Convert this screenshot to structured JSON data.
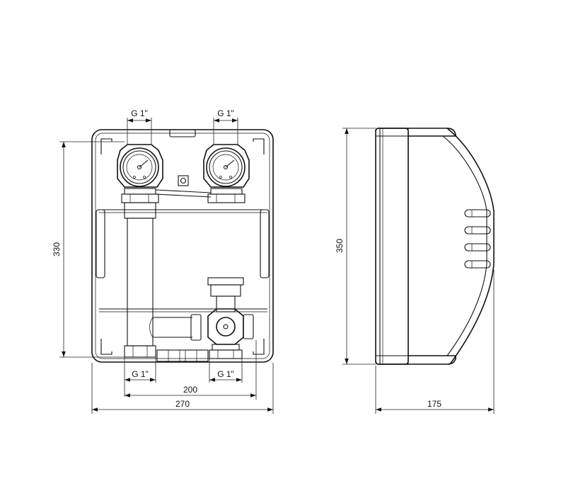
{
  "dimensions": {
    "front_height": "330",
    "front_inner_width": "200",
    "front_total_width": "270",
    "side_height": "350",
    "side_depth": "175",
    "top_left_thread": "G 1\"",
    "top_right_thread": "G 1\"",
    "bottom_left_thread": "G 1\"",
    "bottom_right_thread": "G 1\""
  }
}
